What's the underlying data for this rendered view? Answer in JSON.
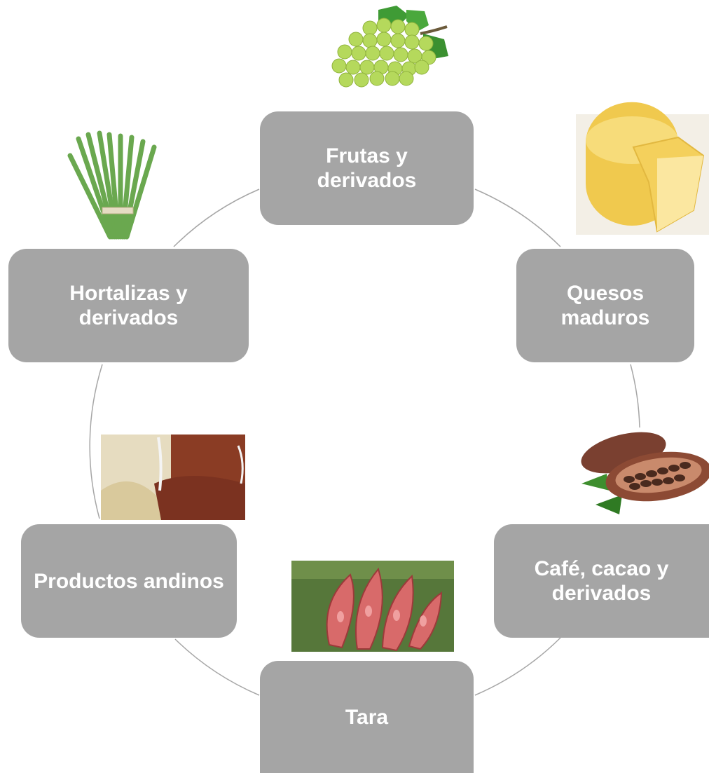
{
  "nodes": [
    {
      "id": "frutas",
      "label_lines": [
        "Frutas y",
        "derivados"
      ],
      "image": "green-grapes"
    },
    {
      "id": "quesos",
      "label_lines": [
        "Quesos",
        "maduros"
      ],
      "image": "cheese-wheel"
    },
    {
      "id": "cafe",
      "label_lines": [
        "Café, cacao y",
        "derivados"
      ],
      "image": "cacao-pods"
    },
    {
      "id": "tara",
      "label_lines": [
        "Tara"
      ],
      "image": "tara-pods"
    },
    {
      "id": "andinos",
      "label_lines": [
        "Productos andinos"
      ],
      "image": "quinoa-grains"
    },
    {
      "id": "hortalizas",
      "label_lines": [
        "Hortalizas y",
        "derivados"
      ],
      "image": "asparagus-bundle"
    }
  ],
  "colors": {
    "box_fill": "#a5a5a5",
    "box_text": "#ffffff",
    "connector": "#a6a6a6",
    "background": "#ffffff"
  }
}
